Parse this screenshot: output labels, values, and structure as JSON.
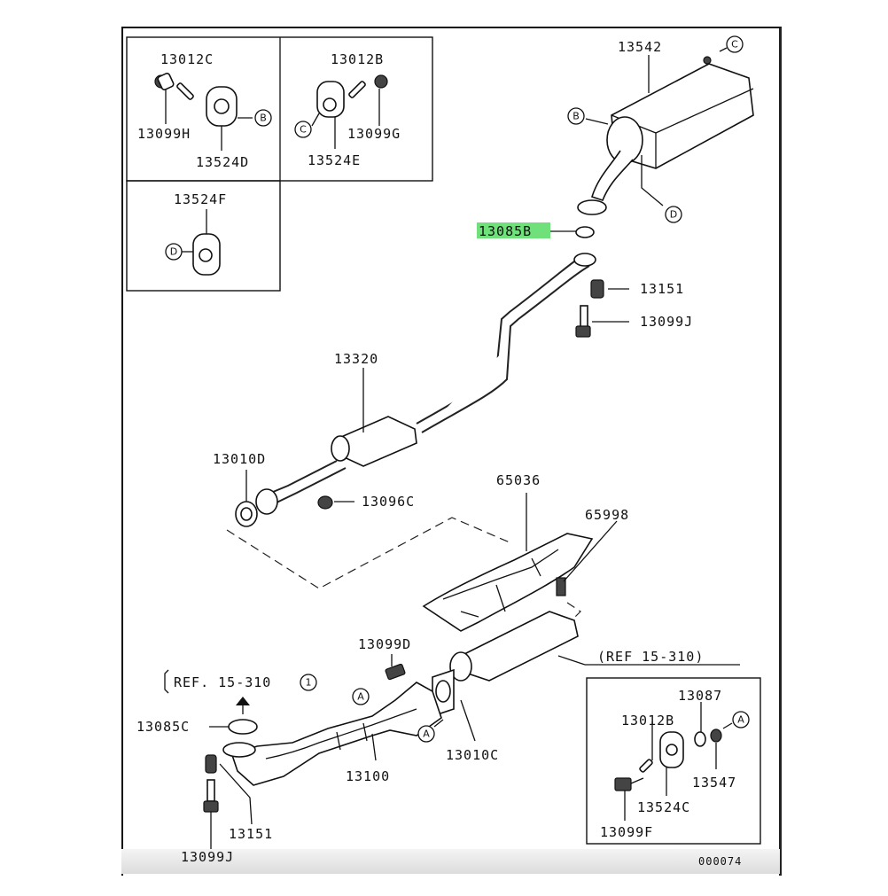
{
  "diagram": {
    "parts": {
      "p13012C": "13012C",
      "p13012B_top": "13012B",
      "p13099H": "13099H",
      "p13099G": "13099G",
      "p13524D": "13524D",
      "p13524E": "13524E",
      "p13524F": "13524F",
      "p13542": "13542",
      "p13085B": "13085B",
      "p13151_top": "13151",
      "p13099J_top": "13099J",
      "p13320": "13320",
      "p13010D": "13010D",
      "p13096C": "13096C",
      "p65036": "65036",
      "p65998": "65998",
      "p13099D": "13099D",
      "p13085C": "13085C",
      "p13100": "13100",
      "p13010C": "13010C",
      "p13151_bottom": "13151",
      "p13099J_bottom": "13099J",
      "p13087": "13087",
      "p13012B_box": "13012B",
      "p13547": "13547",
      "p13524C": "13524C",
      "p13099F": "13099F"
    },
    "refs": {
      "ref_left": "REF. 15-310",
      "ref_left_num": "1",
      "ref_right": "(REF 15-310)"
    },
    "callouts": {
      "A": "A",
      "B": "B",
      "C": "C",
      "D": "D"
    },
    "code": "000074",
    "highlight_color": "#6fe07a"
  }
}
